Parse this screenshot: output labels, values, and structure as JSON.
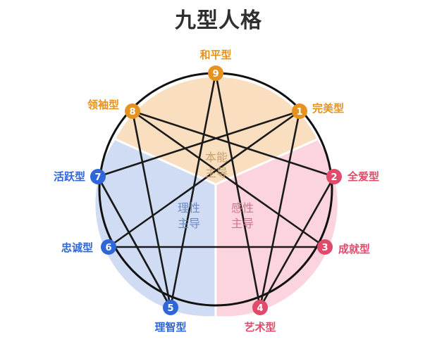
{
  "title": "九型人格",
  "center_groups": [
    {
      "id": "instinct",
      "line1": "本能",
      "line2": "主导",
      "color": "#c8a06a",
      "fill": "#f9dfc0"
    },
    {
      "id": "thinking",
      "line1": "理性",
      "line2": "主导",
      "color": "#6d8bbf",
      "fill": "#cfdcf4"
    },
    {
      "id": "feeling",
      "line1": "感性",
      "line2": "主导",
      "color": "#d0748c",
      "fill": "#fbd4dd"
    }
  ],
  "types": [
    {
      "num": "1",
      "label": "完美型",
      "color": "#e6921e"
    },
    {
      "num": "2",
      "label": "全爱型",
      "color": "#e04b6b"
    },
    {
      "num": "3",
      "label": "成就型",
      "color": "#e04b6b"
    },
    {
      "num": "4",
      "label": "艺术型",
      "color": "#e04b6b"
    },
    {
      "num": "5",
      "label": "理智型",
      "color": "#2f66d8"
    },
    {
      "num": "6",
      "label": "忠诚型",
      "color": "#2f66d8"
    },
    {
      "num": "7",
      "label": "活跃型",
      "color": "#2f66d8"
    },
    {
      "num": "8",
      "label": "领袖型",
      "color": "#e6921e"
    },
    {
      "num": "9",
      "label": "和平型",
      "color": "#e6921e"
    }
  ]
}
